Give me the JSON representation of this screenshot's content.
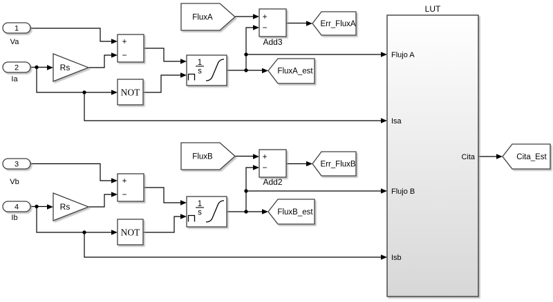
{
  "colors": {
    "background": "#ffffff",
    "wire": "#000000",
    "block_border": "#3e3e3e",
    "block_fill": "#ffffff",
    "shadow": "#b4b4b4",
    "lut_gradient_top": "#ffffff",
    "lut_gradient_bottom": "#d7d7d7",
    "text": "#000000"
  },
  "inports": [
    {
      "number": "1",
      "label": "Va"
    },
    {
      "number": "2",
      "label": "Ia"
    },
    {
      "number": "3",
      "label": "Vb"
    },
    {
      "number": "4",
      "label": "Ib"
    }
  ],
  "gain": {
    "label": "Rs"
  },
  "logic": {
    "label": "NOT"
  },
  "sum": {
    "plus": "+",
    "minus": "−"
  },
  "integrator": {
    "numerator": "1",
    "denominator": "s"
  },
  "adders": {
    "top": "Add3",
    "bottom": "Add2"
  },
  "from_tags": {
    "a": "FluxA",
    "b": "FluxB"
  },
  "goto_tags": {
    "err_a": "Err_FluxA",
    "est_a": "FluxA_est",
    "err_b": "Err_FluxB",
    "est_b": "FluxB_est",
    "cita": "Cita_Est"
  },
  "lut": {
    "title": "LUT",
    "inputs": [
      "Flujo A",
      "Isa",
      "Flujo B",
      "Isb"
    ],
    "output": "Cita"
  }
}
